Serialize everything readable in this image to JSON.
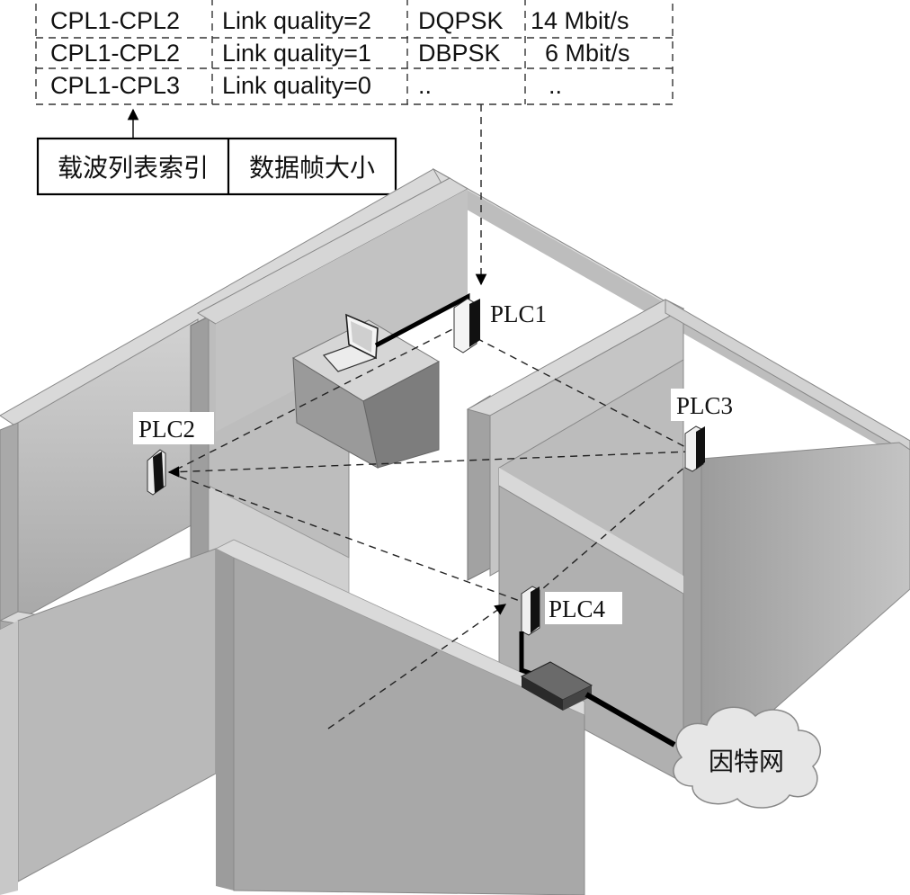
{
  "link_table": {
    "rows": [
      {
        "pair": "CPL1-CPL2",
        "quality": "Link quality=2",
        "modulation": "DQPSK",
        "rate": "14 Mbit/s"
      },
      {
        "pair": "CPL1-CPL2",
        "quality": "Link quality=1",
        "modulation": "DBPSK",
        "rate": "6 Mbit/s"
      },
      {
        "pair": "CPL1-CPL3",
        "quality": "Link quality=0",
        "modulation": "..",
        "rate": ".."
      }
    ]
  },
  "legend_box": {
    "left_label": "载波列表索引",
    "right_label": "数据帧大小"
  },
  "devices": {
    "plc1": "PLC1",
    "plc2": "PLC2",
    "plc3": "PLC3",
    "plc4": "PLC4"
  },
  "internet_label": "因特网",
  "colors": {
    "wall_light": "#c8c8c8",
    "wall_mid": "#b3b3b3",
    "wall_dark": "#9a9a9a",
    "floor": "#ffffff",
    "line": "#000000"
  }
}
